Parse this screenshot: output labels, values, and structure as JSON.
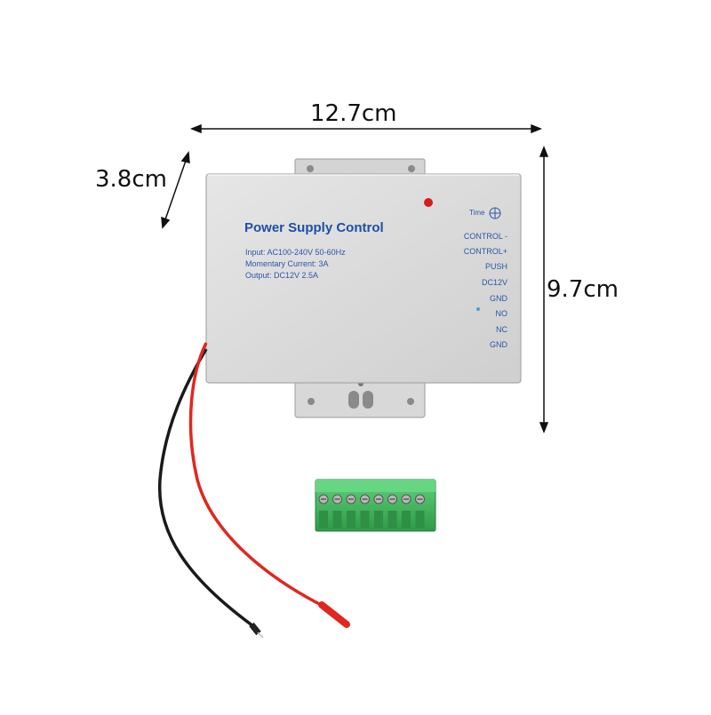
{
  "dimensions": {
    "width": "12.7cm",
    "depth": "3.8cm",
    "height": "9.7cm"
  },
  "device": {
    "title": "Power Supply Control",
    "specs": [
      "Input: AC100-240V 50-60Hz",
      "Momentary Current: 3A",
      "Output: DC12V 2.5A"
    ],
    "time_label": "Time",
    "terminals": [
      "CONTROL -",
      "CONTROL+",
      "PUSH",
      "DC12V",
      "GND",
      "NO",
      "NC",
      "GND"
    ]
  },
  "colors": {
    "casing": "#d9d9d9",
    "text_blue": "#2b56a8",
    "wire_red": "#e0271f",
    "wire_black": "#1a1a1a",
    "terminal_green": "#3bb85a",
    "led_red": "#d61b1b"
  }
}
